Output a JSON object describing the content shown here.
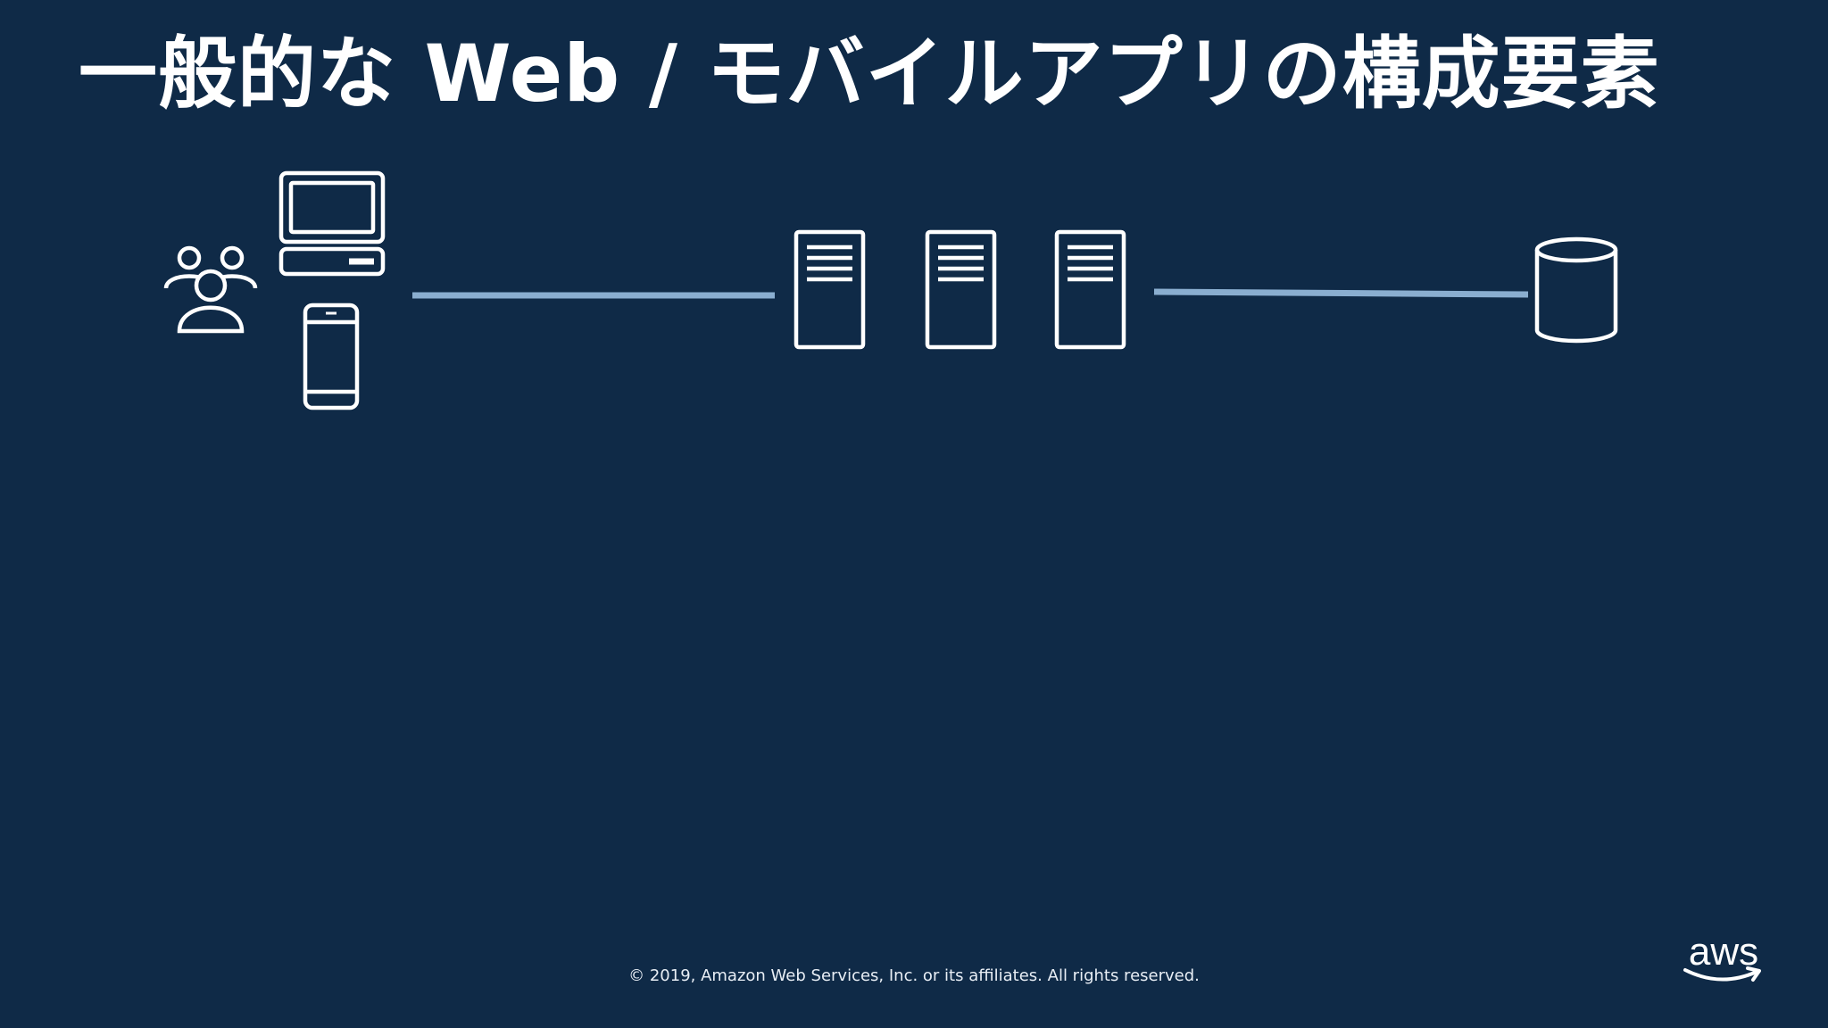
{
  "slide": {
    "title": "一般的な Web / モバイルアプリの構成要素",
    "footer": "© 2019, Amazon Web Services, Inc. or its affiliates. All rights reserved.",
    "logo_text": "aws"
  },
  "diagram": {
    "icons": [
      "users-icon",
      "desktop-computer-icon",
      "mobile-phone-icon",
      "server-icon",
      "server-icon",
      "server-icon",
      "database-icon"
    ],
    "connector_color": "#8aaed0",
    "icon_color": "#ffffff"
  },
  "colors": {
    "background": "#0f2a47",
    "text": "#ffffff"
  }
}
